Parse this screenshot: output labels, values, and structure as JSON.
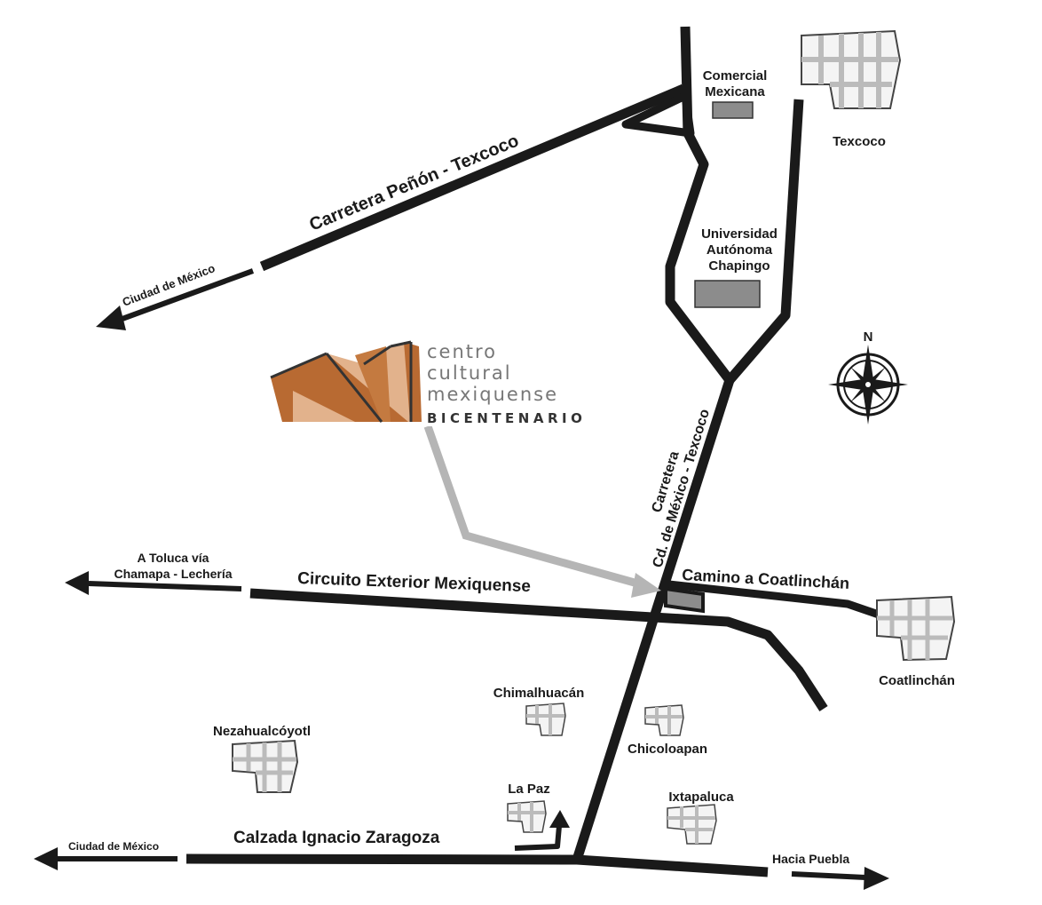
{
  "title": "Mapa de ubicación - Centro Cultural Mexiquense Bicentenario",
  "logo": {
    "line1": "centro",
    "line2": "cultural",
    "line3": "mexiquense",
    "line4": "BICENTENARIO"
  },
  "colors": {
    "road": "#1a1a1a",
    "building": "#8c8c8c",
    "pointer": "#b5b5b5",
    "logo_dark": "#b86a32",
    "logo_light": "#e2b28c"
  },
  "roads": {
    "penon_texcoco": "Carretera Peñón - Texcoco",
    "cd_mexico_nw": "Ciudad de México",
    "carretera_line1": "Carretera",
    "carretera_line2": "Cd. de México - Texcoco",
    "circuito": "Circuito Exterior Mexiquense",
    "toluca_line1": "A Toluca vía",
    "toluca_line2": "Chamapa - Lechería",
    "camino_coatlinchan": "Camino a Coatlinchán",
    "calzada": "Calzada Ignacio Zaragoza",
    "cd_mexico_sw": "Ciudad de México",
    "puebla": "Hacia Puebla"
  },
  "places": {
    "comercial_1": "Comercial",
    "comercial_2": "Mexicana",
    "texcoco": "Texcoco",
    "uach_1": "Universidad",
    "uach_2": "Autónoma",
    "uach_3": "Chapingo",
    "coatlinchan": "Coatlinchán",
    "chimalhuacan": "Chimalhuacán",
    "chicoloapan": "Chicoloapan",
    "nezahualcoyotl": "Nezahualcóyotl",
    "la_paz": "La Paz",
    "ixtapaluca": "Ixtapaluca"
  },
  "compass": {
    "north": "N"
  }
}
